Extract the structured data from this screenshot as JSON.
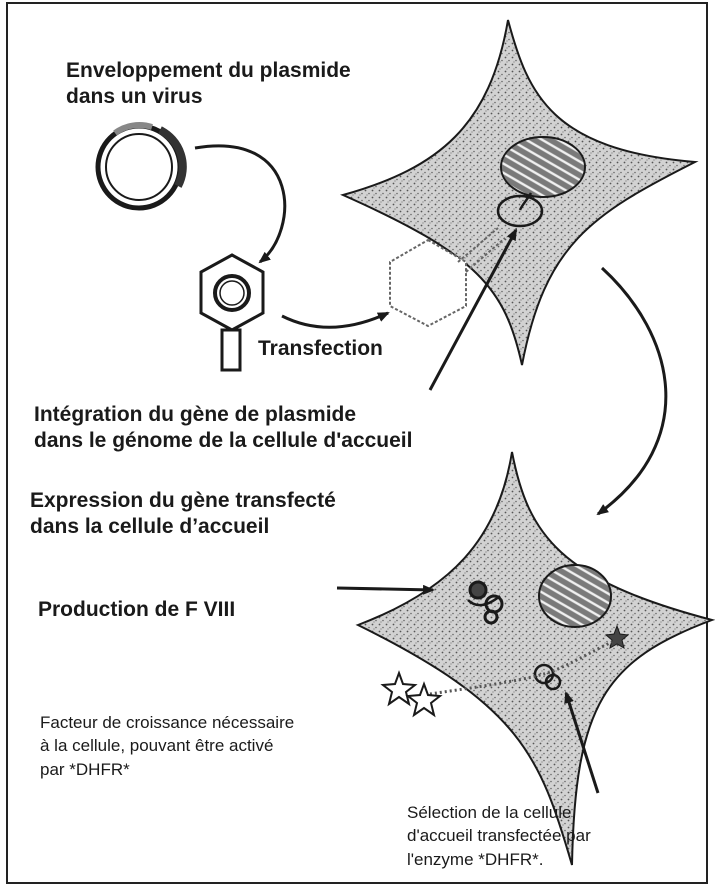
{
  "labels": {
    "envelope": [
      "Enveloppement du plasmide",
      "dans un virus"
    ],
    "transfection": "Transfection",
    "integration": [
      "Intégration du gène de plasmide",
      "dans le génome de la cellule d'accueil"
    ],
    "expression": [
      "Expression du gène transfecté",
      "dans la cellule d’accueil"
    ],
    "production": "Production de F VIII",
    "facteur": [
      "Facteur de croissance nécessaire",
      "à la cellule, pouvant être activé",
      "par *DHFR*"
    ],
    "selection": [
      "Sélection de la cellule",
      "d'accueil transfectée par",
      "l'enzyme *DHFR*."
    ]
  },
  "colors": {
    "ink": "#1a1a1a",
    "cell_fill": "#c9c9c9",
    "background": "#ffffff"
  }
}
